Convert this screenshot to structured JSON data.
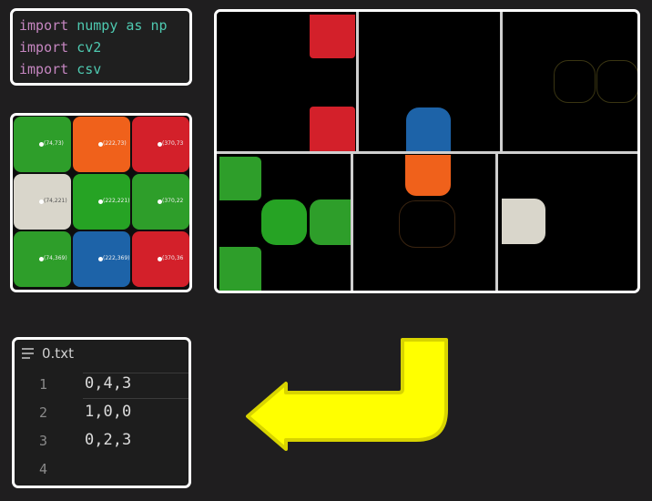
{
  "code": {
    "lines": [
      {
        "kw": "import",
        "mod": "numpy as np"
      },
      {
        "kw": "import",
        "mod": "cv2"
      },
      {
        "kw": "import",
        "mod": "csv"
      }
    ]
  },
  "cube": {
    "cells": [
      {
        "color": "#2e9e2a",
        "coord": "(74,73)"
      },
      {
        "color": "#f0611b",
        "coord": "(222,73)"
      },
      {
        "color": "#d3202a",
        "coord": "(370,73"
      },
      {
        "color": "#d9d6cb",
        "coord": "(74,221)"
      },
      {
        "color": "#26a324",
        "coord": "(222,221)"
      },
      {
        "color": "#2e9e2a",
        "coord": "(370,22"
      },
      {
        "color": "#2e9e2a",
        "coord": "(74,369)"
      },
      {
        "color": "#1d63a8",
        "coord": "(222,369)"
      },
      {
        "color": "#d3202a",
        "coord": "(370,36"
      }
    ]
  },
  "file": {
    "name": "0.txt",
    "lines": [
      {
        "num": "1",
        "text": "0,4,3"
      },
      {
        "num": "2",
        "text": "1,0,0"
      },
      {
        "num": "3",
        "text": "0,2,3"
      },
      {
        "num": "4",
        "text": ""
      }
    ]
  },
  "colors": {
    "background": "#1f1e1f",
    "arrow_fill": "#ffff00",
    "arrow_glow": "#d8d400",
    "red": "#d3202a",
    "blue": "#1d63a8",
    "orange": "#f0611b",
    "green": "#26a324",
    "white": "#d9d6cb"
  }
}
